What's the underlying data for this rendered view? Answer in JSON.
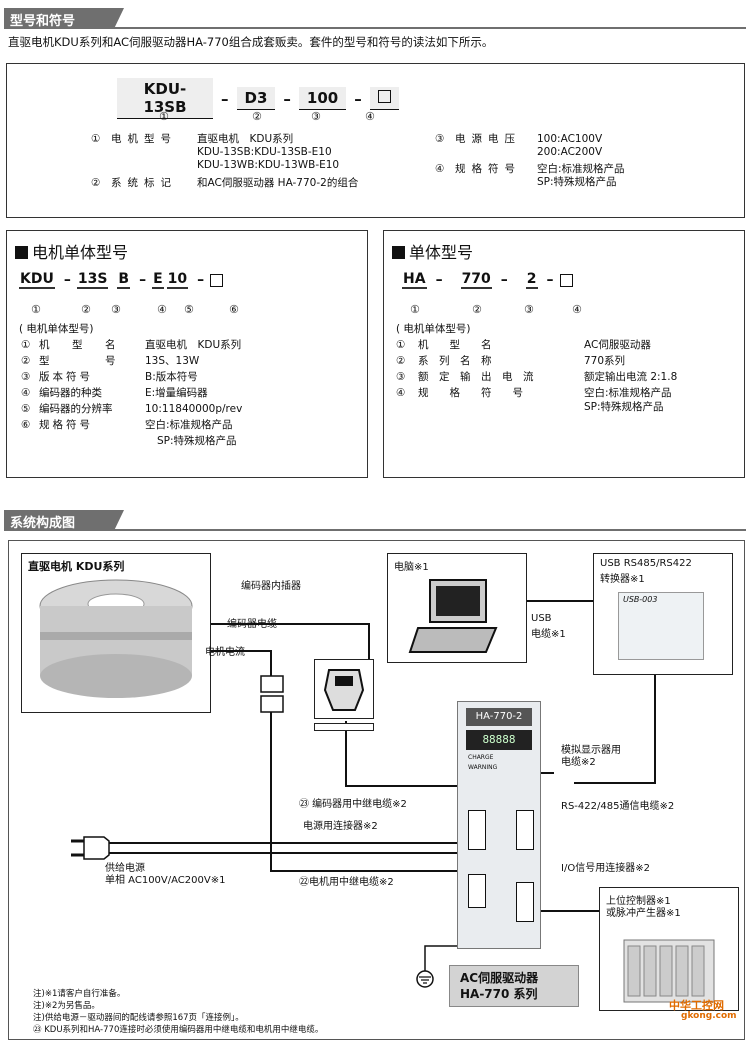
{
  "section1": {
    "title": "型号和符号"
  },
  "intro": "直驱电机KDU系列和AC伺服驱动器HA-770组合成套贩卖。套件的型号和符号的读法如下所示。",
  "top_model": {
    "parts": [
      "KDU-13SB",
      "D3",
      "100"
    ],
    "nums": [
      "①",
      "②",
      "③",
      "④"
    ],
    "left": [
      {
        "n": "①",
        "k": "电机型号",
        "v1": "直驱电机　KDU系列",
        "v2": "KDU-13SB:KDU-13SB-E10",
        "v3": "KDU-13WB:KDU-13WB-E10"
      },
      {
        "n": "②",
        "k": "系统标记",
        "v1": "和AC伺服驱动器 HA-770-2的组合"
      }
    ],
    "right": [
      {
        "n": "③",
        "k": "电源电压",
        "v1": "100:AC100V",
        "v2": "200:AC200V"
      },
      {
        "n": "④",
        "k": "规格符号",
        "v1": "空白:标准规格产品",
        "v2": "SP:特殊规格产品"
      }
    ]
  },
  "motor_box": {
    "title": "电机单体型号",
    "codes": [
      "KDU",
      "13S",
      "B",
      "E",
      "10"
    ],
    "nums": [
      "①",
      "②",
      "③",
      "④",
      "⑤",
      "⑥"
    ],
    "caption": "( 电机单体型号)",
    "rows": [
      {
        "n": "①",
        "k": "机　型　名",
        "v": "直驱电机　KDU系列"
      },
      {
        "n": "②",
        "k": "型　　　号",
        "v": "13S、13W"
      },
      {
        "n": "③",
        "k": "版本符号",
        "v": "B:版本符号"
      },
      {
        "n": "④",
        "k": "编码器的种类",
        "v": "E:增量编码器"
      },
      {
        "n": "⑤",
        "k": "编码器的分辨率",
        "v": "10:11840000p/rev"
      },
      {
        "n": "⑥",
        "k": "规格符号",
        "v": "空白:标准规格产品"
      }
    ],
    "extra": "SP:特殊规格产品"
  },
  "driver_box": {
    "title": "单体型号",
    "codes": [
      "HA",
      "770",
      "2"
    ],
    "nums": [
      "①",
      "②",
      "③",
      "④"
    ],
    "caption": "( 电机单体型号)",
    "rows": [
      {
        "n": "①",
        "k": "机　　型　　名",
        "v": "AC伺服驱动器"
      },
      {
        "n": "②",
        "k": "系　列　名　称",
        "v": "770系列"
      },
      {
        "n": "③",
        "k": "额　定　输　出　电　流",
        "v": "额定输出电流 2:1.8"
      },
      {
        "n": "④",
        "k": "规　　格　　符　　号",
        "v": "空白:标准规格产品"
      }
    ],
    "extra": "SP:特殊规格产品"
  },
  "section2": {
    "title": "系统构成图"
  },
  "diagram": {
    "motor_title": "直驱电机 KDU系列",
    "encoder_plug": "编码器内插器",
    "encoder_cable": "编码器电缆",
    "motor_current": "电机电流",
    "pc": "电脑※1",
    "usb": "USB",
    "usb_cable": "电缆※1",
    "converter": "USB RS485/RS422",
    "converter2": "转换器※1",
    "converter_label": "USB-003",
    "driver_model": "HA-770-2",
    "display": "88888",
    "charge": "CHARGE",
    "warning": "WARNING",
    "analog": "模拟显示器用",
    "analog2": "电缆※2",
    "rs422": "RS-422/485通信电缆※2",
    "enc_relay": "㉓ 编码器用中继电缆※2",
    "power_conn": "电源用连接器※2",
    "supply": "供给电源",
    "supply2": "单相 AC100V/AC200V※1",
    "motor_relay": "㉒电机用中继电缆※2",
    "io_conn": "I/O信号用连接器※2",
    "upper": "上位控制器※1",
    "upper2": "或脉冲产生器※1",
    "driver_title": "AC伺服驱动器",
    "driver_title2": "HA-770 系列",
    "notes": [
      "注)※1请客户自行准备。",
      "注)※2为另售品。",
      "注)供给电源－驱动器间的配线请参照167页「连接例」。",
      "㉓ KDU系列和HA-770连接时必须使用编码器用中继电缆和电机用中继电缆。"
    ],
    "watermark": "中华工控网",
    "watermark2": "gkong.com"
  }
}
